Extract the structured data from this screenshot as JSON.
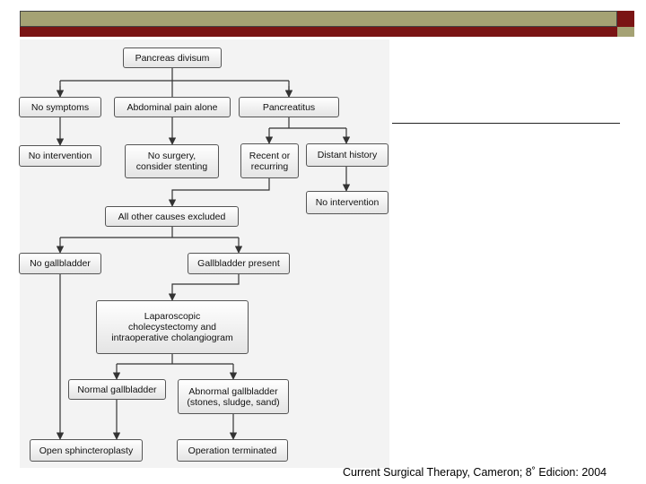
{
  "theme": {
    "olive": "#a5a274",
    "maroon": "#7a1414",
    "panel": "#f3f3f3",
    "stroke": "#333333"
  },
  "nodes": {
    "pancreas_divisum": "Pancreas divisum",
    "no_symptoms": "No symptoms",
    "abdominal_pain": "Abdominal pain alone",
    "pancreatitis": "Pancreatitus",
    "no_intervention_1": "No intervention",
    "no_surgery": "No surgery,\nconsider stenting",
    "recent_recurring": "Recent or\nrecurring",
    "distant_history": "Distant history",
    "no_intervention_2": "No intervention",
    "all_other_causes": "All other causes excluded",
    "no_gallbladder": "No gallbladder",
    "gallbladder_present": "Gallbladder present",
    "laparoscopic": "Laparoscopic\ncholecystectomy and\nintraoperative cholangiogram",
    "normal_gallbladder": "Normal gallbladder",
    "abnormal_gallbladder": "Abnormal gallbladder\n(stones, sludge, sand)",
    "open_sphincteroplasty": "Open sphincteroplasty",
    "operation_terminated": "Operation terminated"
  },
  "caption": "Current Surgical Therapy, Cameron; 8˚ Edicion: 2004"
}
